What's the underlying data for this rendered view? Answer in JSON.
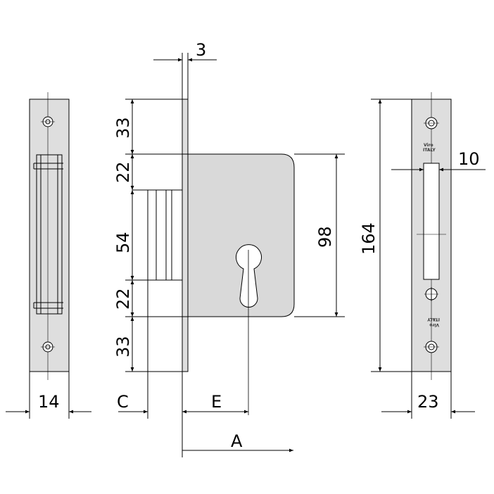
{
  "dimensions": {
    "top_gap": "3",
    "seg_top": "33",
    "seg_upper": "22",
    "seg_middle": "54",
    "seg_lower": "22",
    "seg_bottom": "33",
    "case_height": "98",
    "plate_height": "164",
    "plate_width_left": "14",
    "plate_width_right": "23",
    "bolt_offset": "10",
    "label_c": "C",
    "label_e": "E",
    "label_a": "A"
  },
  "plate_marks": {
    "brand_top": "Viro",
    "made_in_top": "ITALY",
    "brand_bottom": "Viro",
    "made_in_bottom": "ITALY"
  },
  "colors": {
    "line": "#000000",
    "case_fill": "#d9d9d9",
    "plate_fill": "#dedede",
    "background": "#ffffff"
  }
}
